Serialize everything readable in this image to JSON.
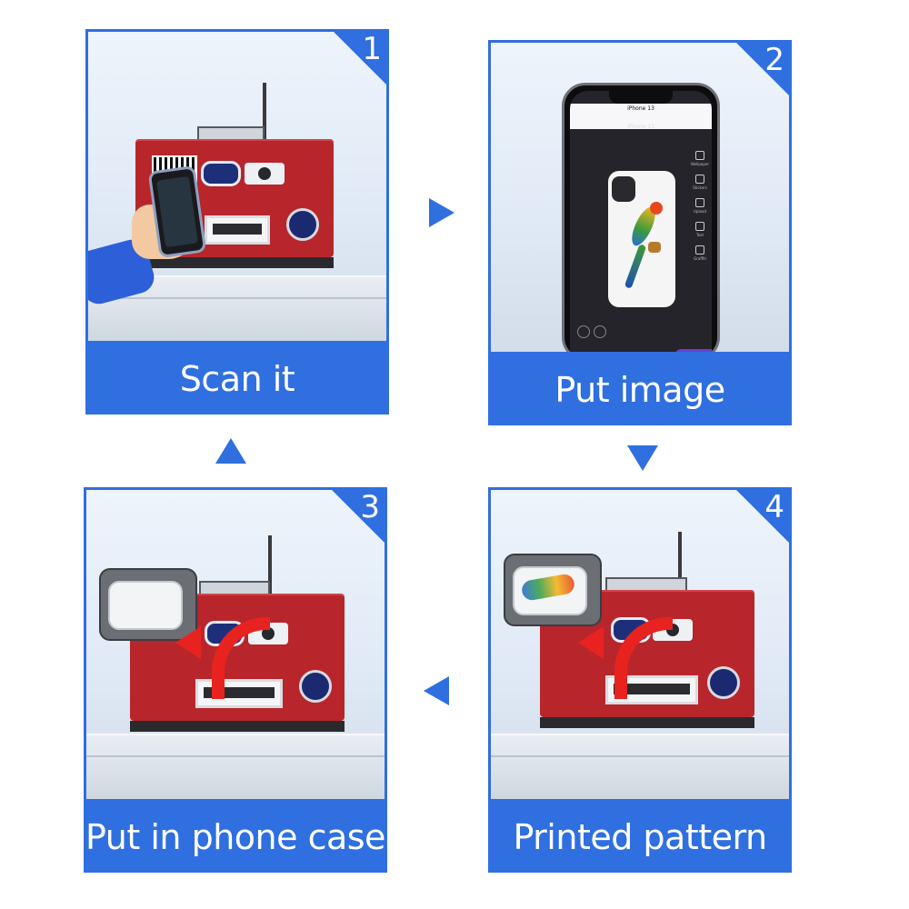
{
  "colors": {
    "accent": "#2f6fe0",
    "printer": "#b8262c",
    "arrow": "#e8231f"
  },
  "steps": [
    {
      "number": "1",
      "caption": "Scan it"
    },
    {
      "number": "2",
      "caption": "Put image",
      "phone": {
        "top_title": "iPhone 13",
        "editor_title": "iPhone 13",
        "tools": [
          "Wallpaper",
          "Stickers",
          "Upload",
          "Text",
          "Graffiti"
        ]
      }
    },
    {
      "number": "3",
      "caption": "Put in phone case"
    },
    {
      "number": "4",
      "caption": "Printed pattern"
    }
  ],
  "flow_arrows": [
    "right",
    "down",
    "left",
    "up"
  ]
}
